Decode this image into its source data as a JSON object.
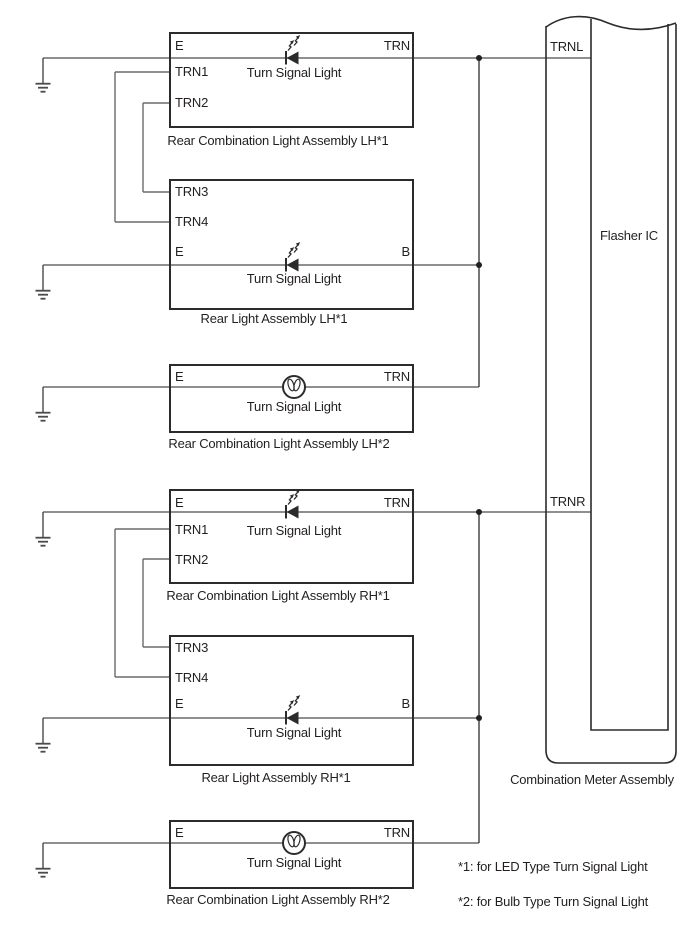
{
  "assemblies": [
    {
      "caption": "Rear Combination Light Assembly LH*1",
      "component": "Turn Signal Light",
      "terminals": {
        "e": "E",
        "trn": "TRN",
        "trn1": "TRN1",
        "trn2": "TRN2"
      }
    },
    {
      "caption": "Rear Light Assembly LH*1",
      "component": "Turn Signal Light",
      "terminals": {
        "trn3": "TRN3",
        "trn4": "TRN4",
        "e": "E",
        "b": "B"
      }
    },
    {
      "caption": "Rear Combination Light Assembly LH*2",
      "component": "Turn Signal Light",
      "terminals": {
        "e": "E",
        "trn": "TRN"
      }
    },
    {
      "caption": "Rear Combination Light Assembly RH*1",
      "component": "Turn Signal Light",
      "terminals": {
        "e": "E",
        "trn": "TRN",
        "trn1": "TRN1",
        "trn2": "TRN2"
      }
    },
    {
      "caption": "Rear Light Assembly RH*1",
      "component": "Turn Signal Light",
      "terminals": {
        "trn3": "TRN3",
        "trn4": "TRN4",
        "e": "E",
        "b": "B"
      }
    },
    {
      "caption": "Rear Combination Light Assembly RH*2",
      "component": "Turn Signal Light",
      "terminals": {
        "e": "E",
        "trn": "TRN"
      }
    }
  ],
  "meter": {
    "caption": "Combination Meter Assembly",
    "ic_label": "Flasher IC",
    "terminals": {
      "trnl": "TRNL",
      "trnr": "TRNR"
    }
  },
  "notes": [
    "*1: for LED Type Turn Signal Light",
    "*2: for Bulb Type Turn Signal Light"
  ],
  "icons": {
    "led": "led-turn-signal-icon",
    "bulb": "bulb-turn-signal-icon",
    "ground": "ground-icon"
  },
  "colors": {
    "background": "#ffffff",
    "wire": "#6a6a6a",
    "outline": "#2b2b2b",
    "text": "#231f20"
  }
}
